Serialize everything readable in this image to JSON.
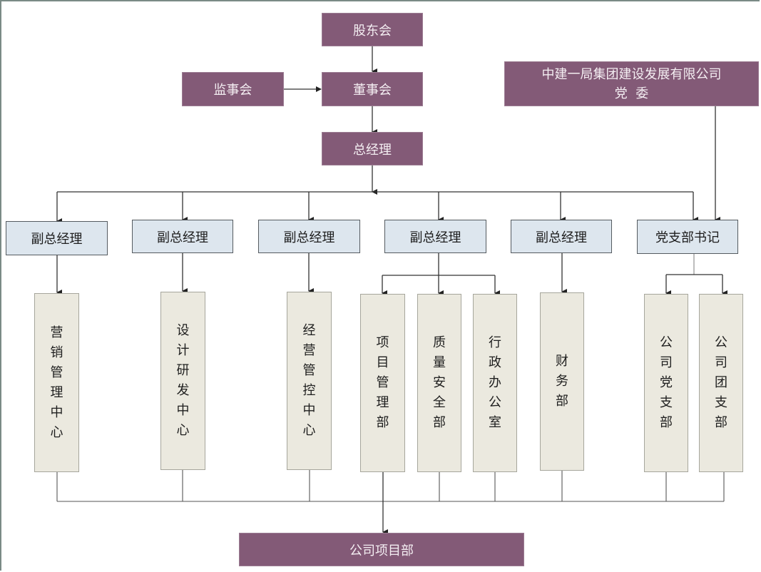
{
  "colors": {
    "governance": "#835a77",
    "manager": "#dde6ee",
    "department": "#ebe9df",
    "connector": "#333333"
  },
  "governance": {
    "shareholders": "股东会",
    "supervisors": "监事会",
    "board": "董事会",
    "general_manager": "总经理",
    "party_committee_line1": "中建一局集团建设发展有限公司",
    "party_committee_line2": "党  委"
  },
  "managers": [
    {
      "label": "副总经理"
    },
    {
      "label": "副总经理"
    },
    {
      "label": "副总经理"
    },
    {
      "label": "副总经理"
    },
    {
      "label": "副总经理"
    },
    {
      "label": "党支部书记"
    }
  ],
  "departments": [
    {
      "label": "营销管理中心"
    },
    {
      "label": "设计研发中心"
    },
    {
      "label": "经营管控中心"
    },
    {
      "label": "项目管理部"
    },
    {
      "label": "质量安全部"
    },
    {
      "label": "行政办公室"
    },
    {
      "label": "财务部"
    },
    {
      "label": "公司党支部"
    },
    {
      "label": "公司团支部"
    }
  ],
  "bottom": {
    "project_dept": "公司项目部"
  }
}
